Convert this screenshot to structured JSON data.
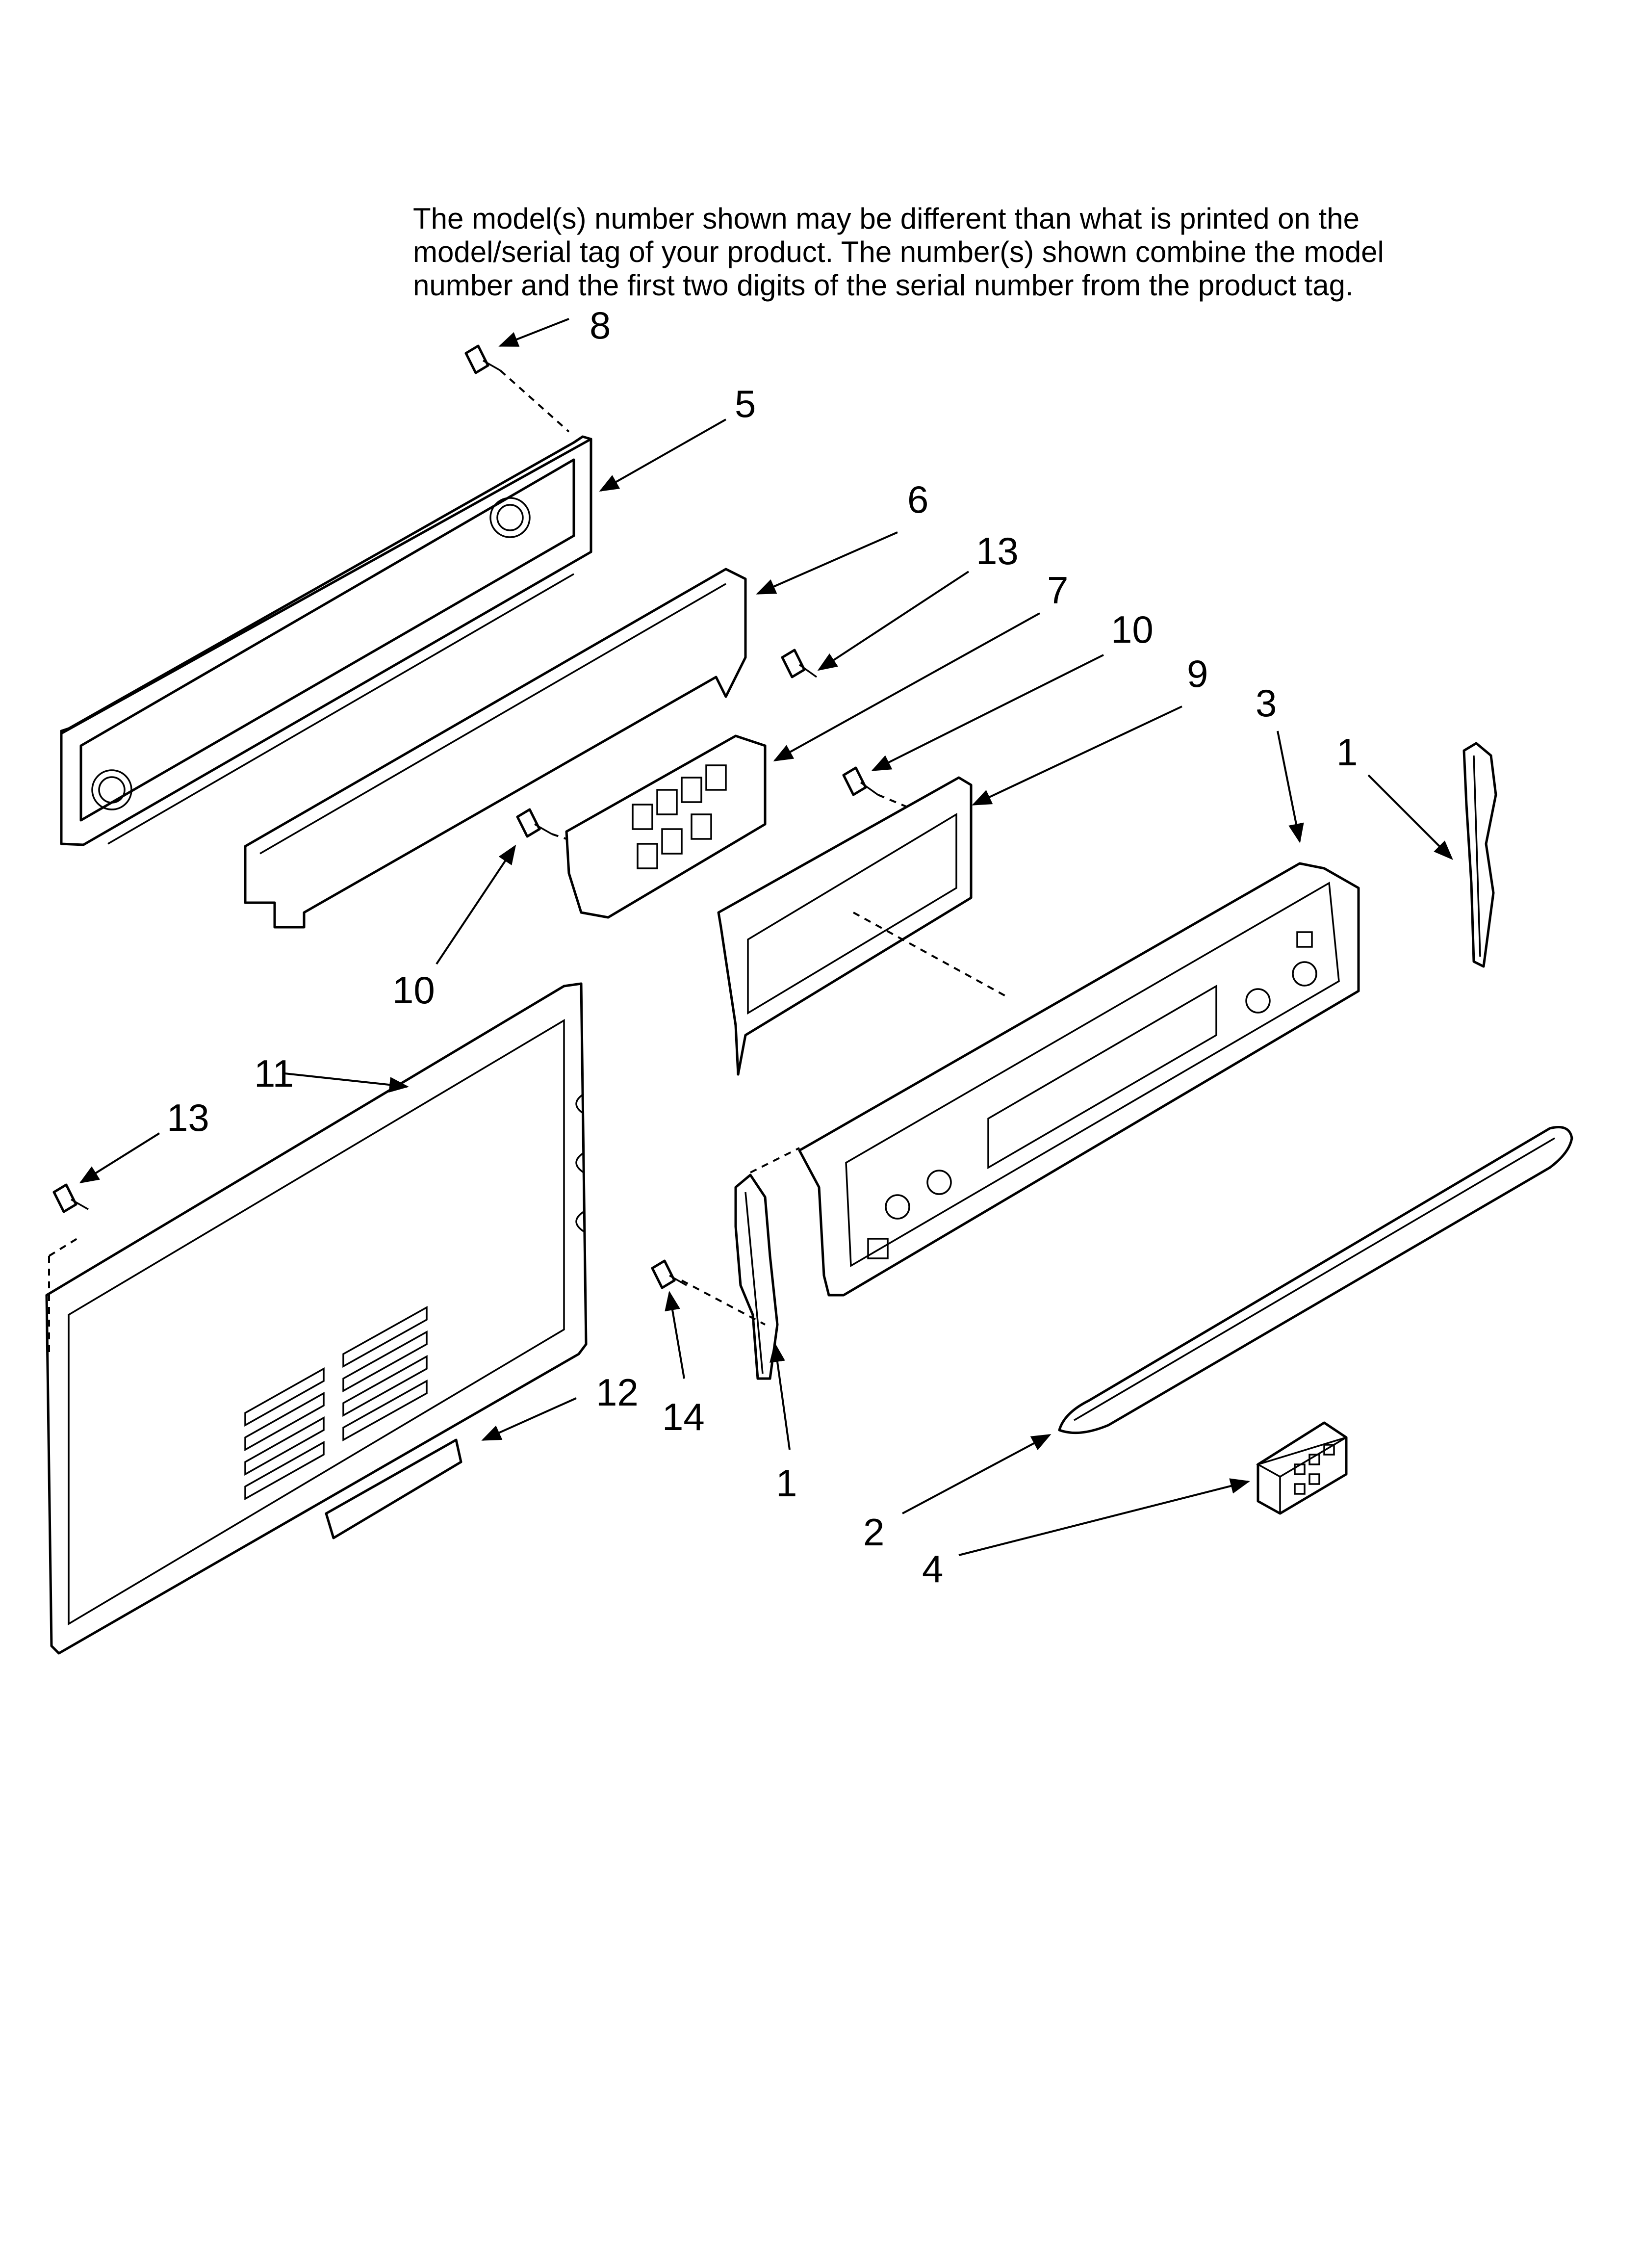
{
  "notice": {
    "lines": [
      "The model(s) number shown may be different than what is printed on the",
      "model/serial tag of your product. The number(s) shown combine the model",
      "number and the first two digits of the serial number from the product tag."
    ]
  },
  "callouts": {
    "c1_right": "1",
    "c1_center": "1",
    "c2": "2",
    "c3": "3",
    "c4": "4",
    "c5": "5",
    "c6": "6",
    "c7": "7",
    "c8": "8",
    "c9": "9",
    "c10_top": "10",
    "c10_left": "10",
    "c11": "11",
    "c12": "12",
    "c13_top": "13",
    "c13_left": "13",
    "c14": "14"
  }
}
